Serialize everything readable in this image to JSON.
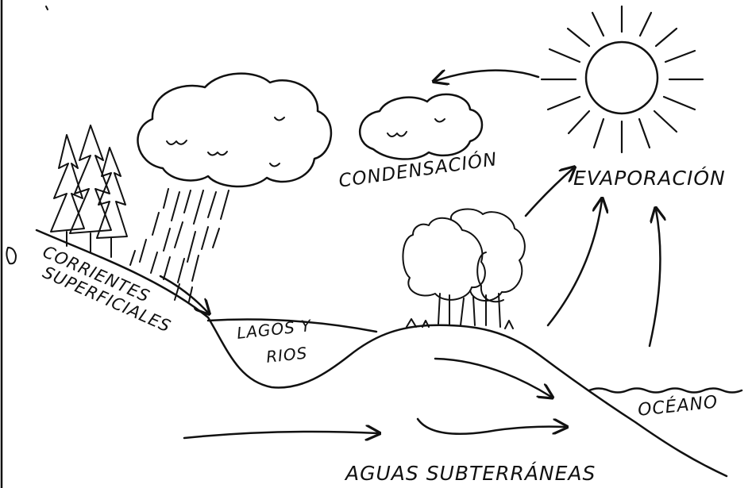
{
  "labels": {
    "condensacion": "CONDENSACIÓN",
    "evaporacion": "EVAPORACIÓN",
    "corrientes_line1": "CORRIENTES",
    "corrientes_line2": "SUPERFICIALES",
    "lagos_line1": "LAGOS Y",
    "lagos_line2": "RIOS",
    "oceano": "OCÉANO",
    "aguas": "AGUAS SUBTERRÁNEAS"
  },
  "colors": {
    "ink": "#111111",
    "background": "#ffffff"
  },
  "icons": [
    "sun-icon",
    "cloud-icon",
    "rain-icon",
    "pine-tree-icon",
    "deciduous-tree-icon",
    "flow-arrow-icon"
  ]
}
